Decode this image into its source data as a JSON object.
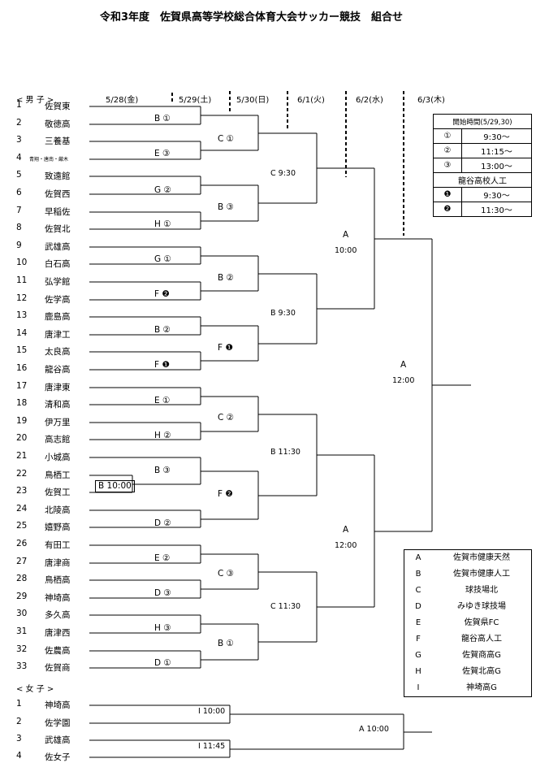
{
  "title": "令和3年度　佐賀県高等学校総合体育大会サッカー競技　組合せ",
  "boys_label": "< 男 子 >",
  "girls_label": "< 女 子 >",
  "dates": [
    "5/28(金)",
    "5/29(土)",
    "5/30(日)",
    "6/1(火)",
    "6/2(水)",
    "6/3(木)"
  ],
  "boys": [
    {
      "n": "1",
      "name": "佐賀東"
    },
    {
      "n": "2",
      "name": "敬徳高"
    },
    {
      "n": "3",
      "name": "三養基"
    },
    {
      "n": "4",
      "name": "青翔・唐南・厳木"
    },
    {
      "n": "5",
      "name": "致遠館"
    },
    {
      "n": "6",
      "name": "佐賀西"
    },
    {
      "n": "7",
      "name": "早稲佐"
    },
    {
      "n": "8",
      "name": "佐賀北"
    },
    {
      "n": "9",
      "name": "武雄高"
    },
    {
      "n": "10",
      "name": "白石高"
    },
    {
      "n": "11",
      "name": "弘学館"
    },
    {
      "n": "12",
      "name": "佐学高"
    },
    {
      "n": "13",
      "name": "鹿島高"
    },
    {
      "n": "14",
      "name": "唐津工"
    },
    {
      "n": "15",
      "name": "太良高"
    },
    {
      "n": "16",
      "name": "龍谷高"
    },
    {
      "n": "17",
      "name": "唐津東"
    },
    {
      "n": "18",
      "name": "清和高"
    },
    {
      "n": "19",
      "name": "伊万里"
    },
    {
      "n": "20",
      "name": "高志館"
    },
    {
      "n": "21",
      "name": "小城高"
    },
    {
      "n": "22",
      "name": "鳥栖工"
    },
    {
      "n": "23",
      "name": "佐賀工"
    },
    {
      "n": "24",
      "name": "北陵高"
    },
    {
      "n": "25",
      "name": "嬉野高"
    },
    {
      "n": "26",
      "name": "有田工"
    },
    {
      "n": "27",
      "name": "唐津商"
    },
    {
      "n": "28",
      "name": "鳥栖高"
    },
    {
      "n": "29",
      "name": "神埼高"
    },
    {
      "n": "30",
      "name": "多久高"
    },
    {
      "n": "31",
      "name": "唐津西"
    },
    {
      "n": "32",
      "name": "佐農高"
    },
    {
      "n": "33",
      "name": "佐賀商"
    }
  ],
  "girls": [
    {
      "n": "1",
      "name": "神埼高"
    },
    {
      "n": "2",
      "name": "佐学園"
    },
    {
      "n": "3",
      "name": "武雄高"
    },
    {
      "n": "4",
      "name": "佐女子"
    }
  ],
  "match_labels": {
    "r1_22_23": "B 10:00",
    "r2_1": "B ①",
    "r2_2": "E ③",
    "r2_3": "G ②",
    "r2_4": "H ①",
    "r2_5": "G ①",
    "r2_6": "F ❷",
    "r2_7": "B ②",
    "r2_8": "F ❶",
    "r2_9": "E ①",
    "r2_10": "H ②",
    "r2_11": "B ③",
    "r2_12": "D ②",
    "r2_13": "E ②",
    "r2_14": "D ③",
    "r2_15": "H ③",
    "r2_16": "D ①",
    "r3_1": "C ①",
    "r3_2": "B ③",
    "r3_3": "B ②",
    "r3_4": "F ❶",
    "r3_5": "C ②",
    "r3_6": "F ❷",
    "r3_7": "C ③",
    "r3_8": "B ①",
    "r4_1": "C 9:30",
    "r4_2": "B 9:30",
    "r4_3": "B 11:30",
    "r4_4": "C 11:30",
    "sf_1": "A",
    "sf_1_time": "10:00",
    "sf_2": "A",
    "sf_2_time": "12:00",
    "final": "A",
    "final_time": "12:00",
    "g_sf_1": "I 10:00",
    "g_sf_2": "I 11:45",
    "g_final": "A 10:00"
  },
  "schedule": {
    "header": "開始時間(5/29,30)",
    "rows": [
      {
        "k": "①",
        "v": "9:30〜"
      },
      {
        "k": "②",
        "v": "11:15〜"
      },
      {
        "k": "③",
        "v": "13:00〜"
      }
    ],
    "sub_header": "龍谷高校人工",
    "rows2": [
      {
        "k": "❶",
        "v": "9:30〜"
      },
      {
        "k": "❷",
        "v": "11:30〜"
      }
    ]
  },
  "venues": [
    {
      "k": "A",
      "v": "佐賀市健康天然"
    },
    {
      "k": "B",
      "v": "佐賀市健康人工"
    },
    {
      "k": "C",
      "v": "球技場北"
    },
    {
      "k": "D",
      "v": "みゆき球技場"
    },
    {
      "k": "E",
      "v": "佐賀県FC"
    },
    {
      "k": "F",
      "v": "龍谷高人工"
    },
    {
      "k": "G",
      "v": "佐賀商高G"
    },
    {
      "k": "H",
      "v": "佐賀北高G"
    },
    {
      "k": "I",
      "v": "神埼高G"
    }
  ]
}
